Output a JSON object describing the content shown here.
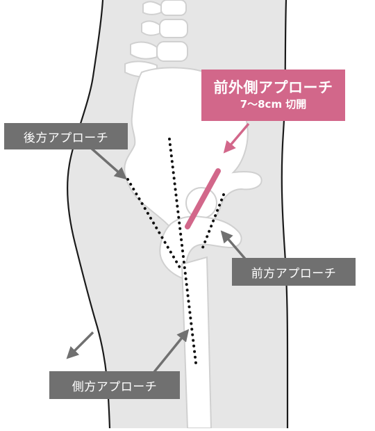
{
  "labels": {
    "anterolateral_title": "前外側アプローチ",
    "anterolateral_incision": "7〜8cm 切開",
    "posterior": "後方アプローチ",
    "anterior": "前方アプローチ",
    "lateral": "側方アプローチ"
  },
  "colors": {
    "highlight": "#d2678a",
    "label_bg": "#707070",
    "tissue": "#e6e6e6",
    "bone_outline": "#d0d0d0",
    "body_outline": "#1a1a1a",
    "arrow": "#707070"
  }
}
